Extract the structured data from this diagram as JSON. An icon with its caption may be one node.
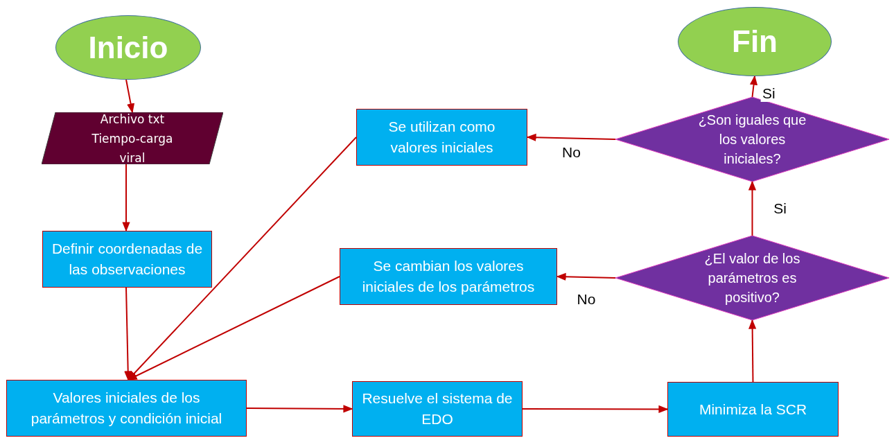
{
  "diagram": {
    "nodes": [
      {
        "text": [
          "Inicio"
        ]
      },
      {
        "text": [
          "Archivo txt Tiempo-carga viral"
        ]
      },
      {
        "text": [
          "Definir coordenadas de las observaciones"
        ]
      },
      {
        "text": [
          "Valores iniciales de los parámetros y condición inicial"
        ]
      },
      {
        "text": [
          "Resuelve el sistema de EDO"
        ]
      },
      {
        "text": [
          "Minimiza la SCR"
        ]
      },
      {
        "text": [
          "¿El valor de los parámetros es positivo?"
        ]
      },
      {
        "text": [
          "Se cambian los valores iniciales de los parámetros"
        ]
      },
      {
        "text": [
          "¿Son iguales que los valores iniciales?"
        ]
      },
      {
        "text": [
          "Se utilizan como valores iniciales"
        ]
      },
      {
        "text": [
          "Fin"
        ]
      }
    ],
    "edges": [
      {
        "from": 0,
        "to": 1,
        "arrow": "to"
      },
      {
        "from": 1,
        "to": 2,
        "arrow": "to"
      },
      {
        "from": 2,
        "to": 3,
        "arrow": "to"
      },
      {
        "from": 3,
        "to": 4,
        "arrow": "to"
      },
      {
        "from": 4,
        "to": 5,
        "arrow": "to"
      },
      {
        "from": 5,
        "to": 6,
        "arrow": "to"
      },
      {
        "from": 6,
        "to": 7,
        "arrow": "to",
        "label": "No"
      },
      {
        "from": 6,
        "to": 8,
        "arrow": "to",
        "label": "Si"
      },
      {
        "from": 8,
        "to": 9,
        "arrow": "to",
        "label": "No"
      },
      {
        "from": 8,
        "to": 10,
        "arrow": "to",
        "label": "Si"
      },
      {
        "from": 9,
        "to": 3,
        "arrow": "to"
      },
      {
        "from": 7,
        "to": 3,
        "arrow": "to"
      }
    ]
  }
}
